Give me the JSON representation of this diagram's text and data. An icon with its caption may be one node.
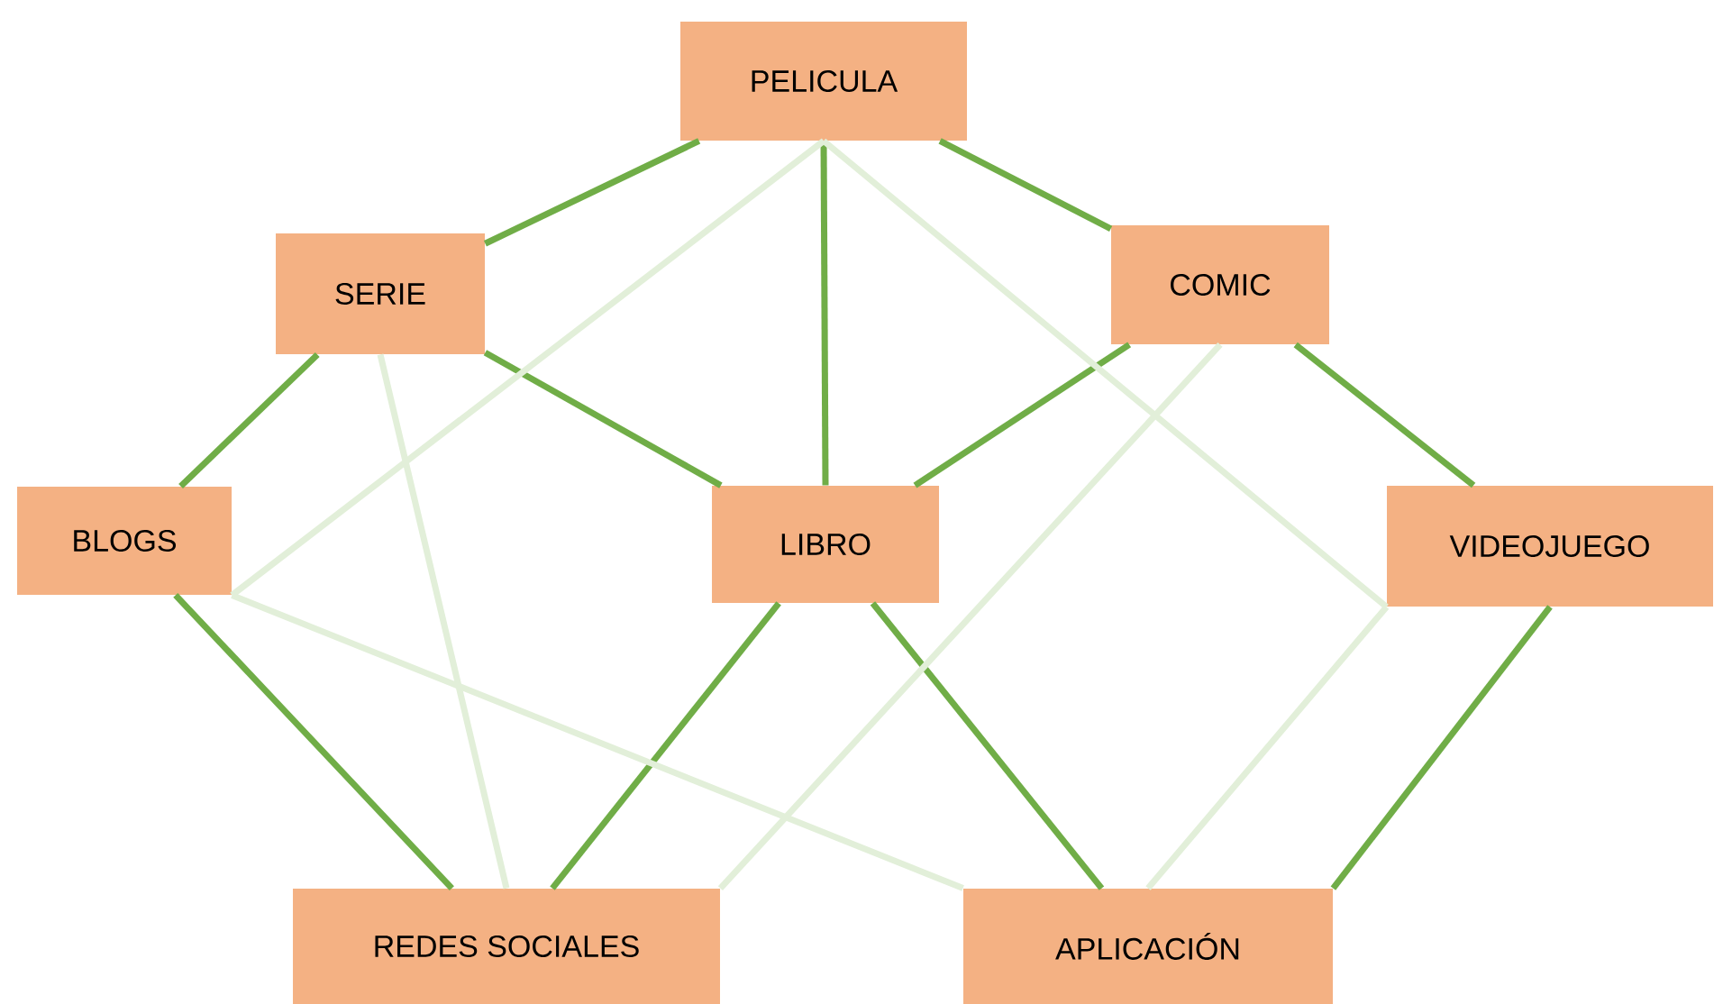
{
  "diagram": {
    "nodes": [
      {
        "text": [
          "PELICULA"
        ]
      },
      {
        "text": [
          "SERIE"
        ]
      },
      {
        "text": [
          "COMIC"
        ]
      },
      {
        "text": [
          "BLOGS"
        ]
      },
      {
        "text": [
          "LIBRO"
        ]
      },
      {
        "text": [
          "VIDEOJUEGO"
        ]
      },
      {
        "text": [
          "REDES SOCIALES"
        ]
      },
      {
        "text": [
          "APLICACIÓN"
        ]
      }
    ],
    "edges": [
      {
        "from": 0,
        "to": 1,
        "arrow": "none"
      },
      {
        "from": 0,
        "to": 2,
        "arrow": "none"
      },
      {
        "from": 0,
        "to": 4,
        "arrow": "none"
      },
      {
        "from": 1,
        "to": 4,
        "arrow": "none"
      },
      {
        "from": 2,
        "to": 4,
        "arrow": "none"
      },
      {
        "from": 1,
        "to": 3,
        "arrow": "none"
      },
      {
        "from": 2,
        "to": 5,
        "arrow": "none"
      },
      {
        "from": 3,
        "to": 6,
        "arrow": "none"
      },
      {
        "from": 4,
        "to": 6,
        "arrow": "none"
      },
      {
        "from": 4,
        "to": 7,
        "arrow": "none"
      },
      {
        "from": 5,
        "to": 7,
        "arrow": "none"
      },
      {
        "from": 3,
        "to": 0,
        "arrow": "none",
        "color": "#e2efd9"
      },
      {
        "from": 0,
        "to": 5,
        "arrow": "none",
        "color": "#e2efd9"
      },
      {
        "from": 1,
        "to": 6,
        "arrow": "none",
        "color": "#e2efd9"
      },
      {
        "from": 3,
        "to": 7,
        "arrow": "none",
        "color": "#e2efd9"
      },
      {
        "from": 6,
        "to": 2,
        "arrow": "none",
        "color": "#e2efd9"
      },
      {
        "from": 5,
        "to": 7,
        "arrow": "none",
        "color": "#e2efd9"
      }
    ]
  }
}
